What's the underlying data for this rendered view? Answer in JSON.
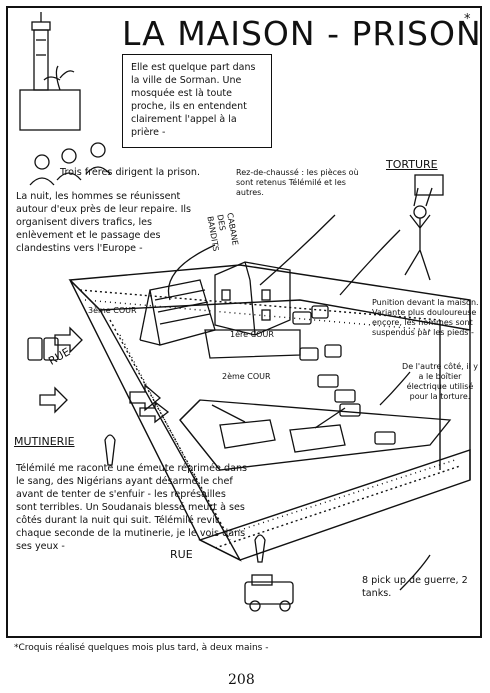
{
  "title": "LA MAISON - PRISON",
  "title_mark": "*",
  "intro": "Elle est quelque part dans la ville de Sorman. Une mosquée est là toute proche, ils en entendent clairement l'appel à la prière -",
  "brothers": "Trois frères dirigent la prison.",
  "night": "La nuit, les hommes se réunissent autour d'eux près de leur repaire. Ils organisent divers trafics, les enlèvement et le passage des clandestins vers l'Europe -",
  "ground_floor": "Rez-de-chaussé : les pièces où sont retenus Télémilé et les autres.",
  "torture_heading": "TORTURE",
  "torture_text": "Punition devant la maison. Variante plus douloureuse encore, les hommes sont suspendus par les pieds -",
  "other_side": "De l'autre côté, il y a le boîtier électrique utilisé pour la torture.",
  "cabin_label": "CABANE DES BANDITS",
  "court3": "3ème COUR",
  "court1": "1ère COUR",
  "court2": "2ème COUR",
  "street_left": "RUE",
  "street_bottom": "RUE",
  "mutiny_heading": "MUTINERIE",
  "mutiny_text": "Télémilé me raconte une émeute réprimée dans le sang, des Nigérians ayant désarmé le chef avant de tenter de s'enfuir - les représailles sont terribles. Un Soudanais blessé meurt à ses côtés durant la nuit qui suit. Télémilé revit chaque seconde de la mutinerie, je le vois dans ses yeux -",
  "vehicles": "8 pick up de guerre, 2 tanks.",
  "footnote": "*Croquis réalisé quelques mois plus tard, à deux mains -",
  "page_number": "208"
}
